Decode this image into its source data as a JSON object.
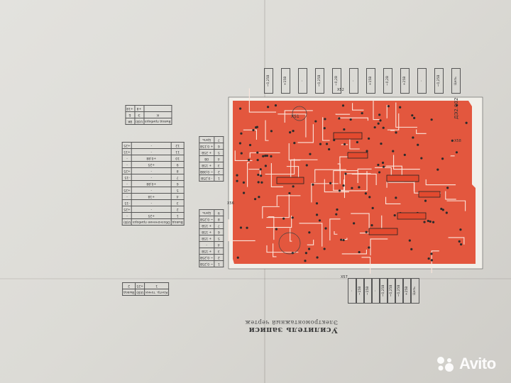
{
  "title": "Усилитель записи",
  "subtitle": "Электромонтажный чертеж",
  "board_code": "ДЭ2.002",
  "watermark": {
    "text": "Avito",
    "icon": "avito-dots-icon",
    "color": "#ffffff"
  },
  "colors": {
    "pcb": "#e24a2f",
    "paper": "#dcdbd6",
    "ink": "#333333"
  },
  "labels": {
    "conn_x51": "X51",
    "conn_x52": "X52",
    "conn_x56": "X56",
    "conn_x57": "X57",
    "conn_x58": "X58"
  },
  "tables": {
    "left_top": [
      [
        "Вывод прибора",
        "U(В)",
        "ВК"
      ],
      [
        "К",
        "Э",
        "Б"
      ],
      [
        "",
        "+8",
        "+18"
      ]
    ],
    "left_main": {
      "header": [
        "Вывод",
        "Обозначение прибора",
        "U(В)"
      ],
      "rows": [
        [
          "1",
          "+25",
          "-"
        ],
        [
          "2",
          "-",
          "+25"
        ],
        [
          "3",
          "-",
          "-15"
        ],
        [
          "4",
          "+18",
          "-"
        ],
        [
          "5",
          "-",
          "+25"
        ],
        [
          "6",
          "+0,88",
          "-"
        ],
        [
          "7",
          "-",
          "-15"
        ],
        [
          "8",
          "-",
          "+25"
        ],
        [
          "9",
          "+25",
          "-"
        ],
        [
          "10",
          "+0,88",
          "-"
        ],
        [
          "11",
          "-",
          "+15"
        ],
        [
          "12",
          "-",
          "+25"
        ]
      ]
    },
    "left_bottom": [
      [
        "Контр. точки",
        "U(В)",
        "Вывод"
      ],
      [
        "1",
        "+25",
        "2"
      ]
    ],
    "mid_x56": [
      [
        "1",
        "- 0,25В"
      ],
      [
        "2",
        "~ 0,08В"
      ],
      [
        "3",
        "+ 15В"
      ],
      [
        "4",
        "0В"
      ],
      [
        "5",
        "+ 25В"
      ],
      [
        "6",
        "+ 0,15В"
      ],
      [
        "7",
        "Цепь"
      ]
    ],
    "mid_x57": [
      [
        "1",
        "~ 0,25В"
      ],
      [
        "2",
        "~ 0,25В"
      ],
      [
        "3",
        "+ 15В"
      ],
      [
        "4",
        "-"
      ],
      [
        "5",
        "+ 15В"
      ],
      [
        "6",
        "+ 15В"
      ],
      [
        "7",
        "+ 15В"
      ],
      [
        "8",
        "~ 0,25В"
      ],
      [
        "9",
        "Цепь"
      ]
    ],
    "top_strip": [
      "~0,25В",
      "+15В",
      "-",
      "~0,25В",
      "~0,2В",
      "-",
      "+15В",
      "~0,2В",
      "+25В",
      "-",
      "~0,25В",
      "Цепь"
    ],
    "bottom_strip": [
      "-",
      "~15В",
      "~15В",
      "-",
      "~0,25В",
      "~0,25В",
      "~0,25В",
      "+25В",
      "Цепь"
    ]
  }
}
